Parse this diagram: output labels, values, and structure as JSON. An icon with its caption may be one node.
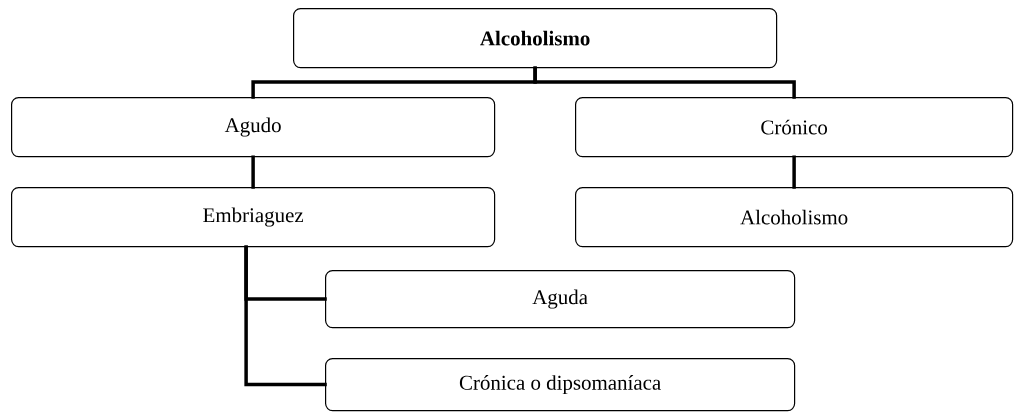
{
  "diagram": {
    "nodes": [
      {
        "text": [
          "Alcoholismo"
        ]
      },
      {
        "text": [
          "Agudo"
        ]
      },
      {
        "text": [
          "Crónico"
        ]
      },
      {
        "text": [
          "Embriaguez"
        ]
      },
      {
        "text": [
          "Alcoholismo"
        ]
      },
      {
        "text": [
          "Aguda"
        ]
      },
      {
        "text": [
          "Crónica o dipsomaníaca"
        ]
      }
    ],
    "edges": [
      {
        "from": 0,
        "to": 1,
        "arrow": "none"
      },
      {
        "from": 0,
        "to": 2,
        "arrow": "none"
      },
      {
        "from": 1,
        "to": 3,
        "arrow": "none"
      },
      {
        "from": 2,
        "to": 4,
        "arrow": "none"
      },
      {
        "from": 3,
        "to": 5,
        "arrow": "none"
      },
      {
        "from": 3,
        "to": 6,
        "arrow": "none"
      }
    ]
  }
}
